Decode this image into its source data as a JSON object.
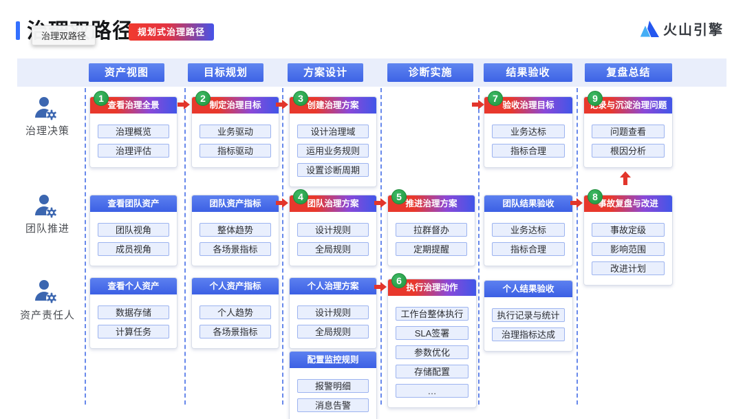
{
  "page": {
    "title": "治理双路径",
    "tooltip": "治理双路径",
    "badge": "规划式治理路径",
    "logo_text": "火山引擎"
  },
  "stages": [
    {
      "label": "资产视图"
    },
    {
      "label": "目标规划"
    },
    {
      "label": "方案设计"
    },
    {
      "label": "诊断实施"
    },
    {
      "label": "结果验收"
    },
    {
      "label": "复盘总结"
    }
  ],
  "roles": [
    {
      "label": "治理决策"
    },
    {
      "label": "团队推进"
    },
    {
      "label": "资产责任人"
    }
  ],
  "cards": [
    {
      "number": "1",
      "title": "查看治理全景",
      "items": [
        "治理概览",
        "治理评估"
      ]
    },
    {
      "number": "2",
      "title": "制定治理目标",
      "items": [
        "业务驱动",
        "指标驱动"
      ]
    },
    {
      "number": "3",
      "title": "创建治理方案",
      "items": [
        "设计治理域",
        "运用业务规则",
        "设置诊断周期"
      ]
    },
    {
      "number": "7",
      "title": "验收治理目标",
      "items": [
        "业务达标",
        "指标合理"
      ]
    },
    {
      "number": "9",
      "title": "记录与沉淀治理问题",
      "items": [
        "问题查看",
        "根因分析"
      ]
    },
    {
      "title": "查看团队资产",
      "items": [
        "团队视角",
        "成员视角"
      ]
    },
    {
      "title": "团队资产指标",
      "items": [
        "整体趋势",
        "各场景指标"
      ]
    },
    {
      "number": "4",
      "title": "团队治理方案",
      "items": [
        "设计规则",
        "全局规则"
      ]
    },
    {
      "number": "5",
      "title": "推进治理方案",
      "items": [
        "拉群督办",
        "定期提醒"
      ]
    },
    {
      "title": "团队结果验收",
      "items": [
        "业务达标",
        "指标合理"
      ]
    },
    {
      "number": "8",
      "title": "事故复盘与改进",
      "items": [
        "事故定级",
        "影响范围",
        "改进计划"
      ]
    },
    {
      "title": "查看个人资产",
      "items": [
        "数据存储",
        "计算任务"
      ]
    },
    {
      "title": "个人资产指标",
      "items": [
        "个人趋势",
        "各场景指标"
      ]
    },
    {
      "title": "个人治理方案",
      "items": [
        "设计规则",
        "全局规则"
      ]
    },
    {
      "number": "6",
      "title": "执行治理动作",
      "items": [
        "工作台整体执行",
        "SLA签署",
        "参数优化",
        "存储配置",
        "…"
      ]
    },
    {
      "title": "个人结果验收",
      "items": [
        "执行记录与统计",
        "治理指标达成"
      ]
    },
    {
      "title": "配置监控规则",
      "items": [
        "报警明细",
        "消息告警"
      ]
    }
  ],
  "colors": {
    "accent_blue": "#3370ff",
    "band_blue": "#e9eefb",
    "stage_button_blue": "#3d63e5",
    "header_gradient_red": "#e8382c",
    "header_gradient_blue": "#4156e8",
    "step_green": "#2ba64a",
    "arrow_red": "#e2352b",
    "item_fill": "#e9effd",
    "item_border": "#9cb3ef"
  }
}
